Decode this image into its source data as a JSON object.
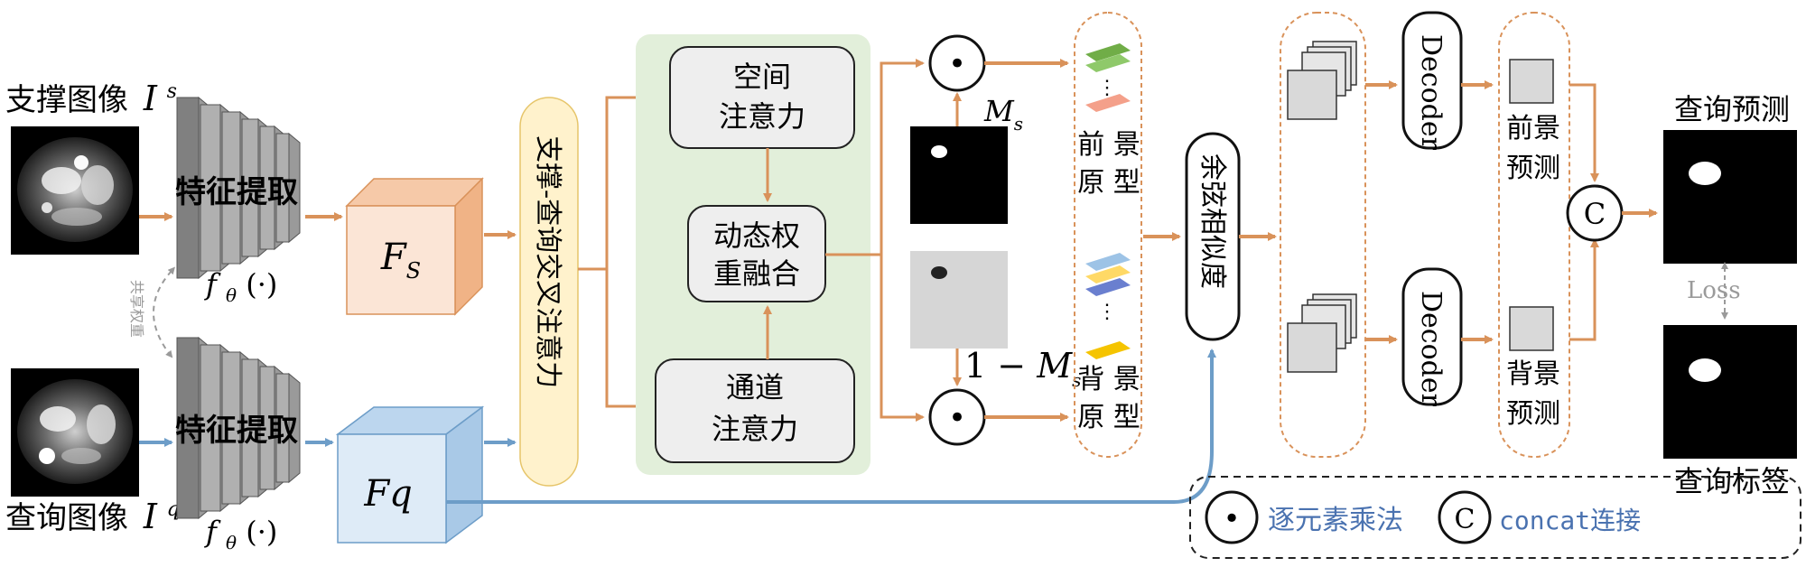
{
  "support": {
    "label": "支撑图像",
    "symbol_base": "I",
    "symbol_sup": "s"
  },
  "query": {
    "label": "查询图像",
    "symbol_base": "I",
    "symbol_sup": "q"
  },
  "extractor": {
    "label": "特征提取",
    "func_f": "f",
    "func_theta": "θ",
    "func_args": "(·)",
    "shared_weights": "共享权重"
  },
  "features": {
    "fs_base": "F",
    "fs_sub": "S",
    "fq": "Fq"
  },
  "cross_attention": "支撑-查询交叉注意力",
  "attention": {
    "spatial_line1": "空间",
    "spatial_line2": "注意力",
    "fusion_line1": "动态权",
    "fusion_line2": "重融合",
    "channel_line1": "通道",
    "channel_line2": "注意力"
  },
  "masks": {
    "ms_base": "M",
    "ms_sub": "s",
    "inv_prefix": "1 − ",
    "inv_base": "M",
    "inv_sub": "s",
    "dot_symbol": "•"
  },
  "prototypes": {
    "fg_line1": "前 景",
    "fg_line2": "原 型",
    "bg_line1": "背 景",
    "bg_line2": "原 型",
    "ellipsis": "⋮"
  },
  "similarity": "余弦相似度",
  "decoder": {
    "top": "Decoder",
    "bottom": "Decoder"
  },
  "predictions": {
    "fg_line1": "前景",
    "fg_line2": "预测",
    "bg_line1": "背景",
    "bg_line2": "预测",
    "concat_symbol": "C"
  },
  "outputs": {
    "query_prediction": "查询预测",
    "query_label": "查询标签",
    "loss": "Loss"
  },
  "legend": {
    "dot_symbol": "•",
    "dot_label": "逐元素乘法",
    "concat_symbol": "C",
    "concat_label": "concat连接"
  },
  "colors": {
    "orange_arrow": "#d9925a",
    "blue_arrow": "#6d9dc8",
    "fs_cube_front": "#fbe5d6",
    "fq_cube_front": "#deebf7",
    "cross_attention_fill": "#fff2cc",
    "attention_panel": "#e2efda",
    "legend_text": "#4a72b0"
  }
}
